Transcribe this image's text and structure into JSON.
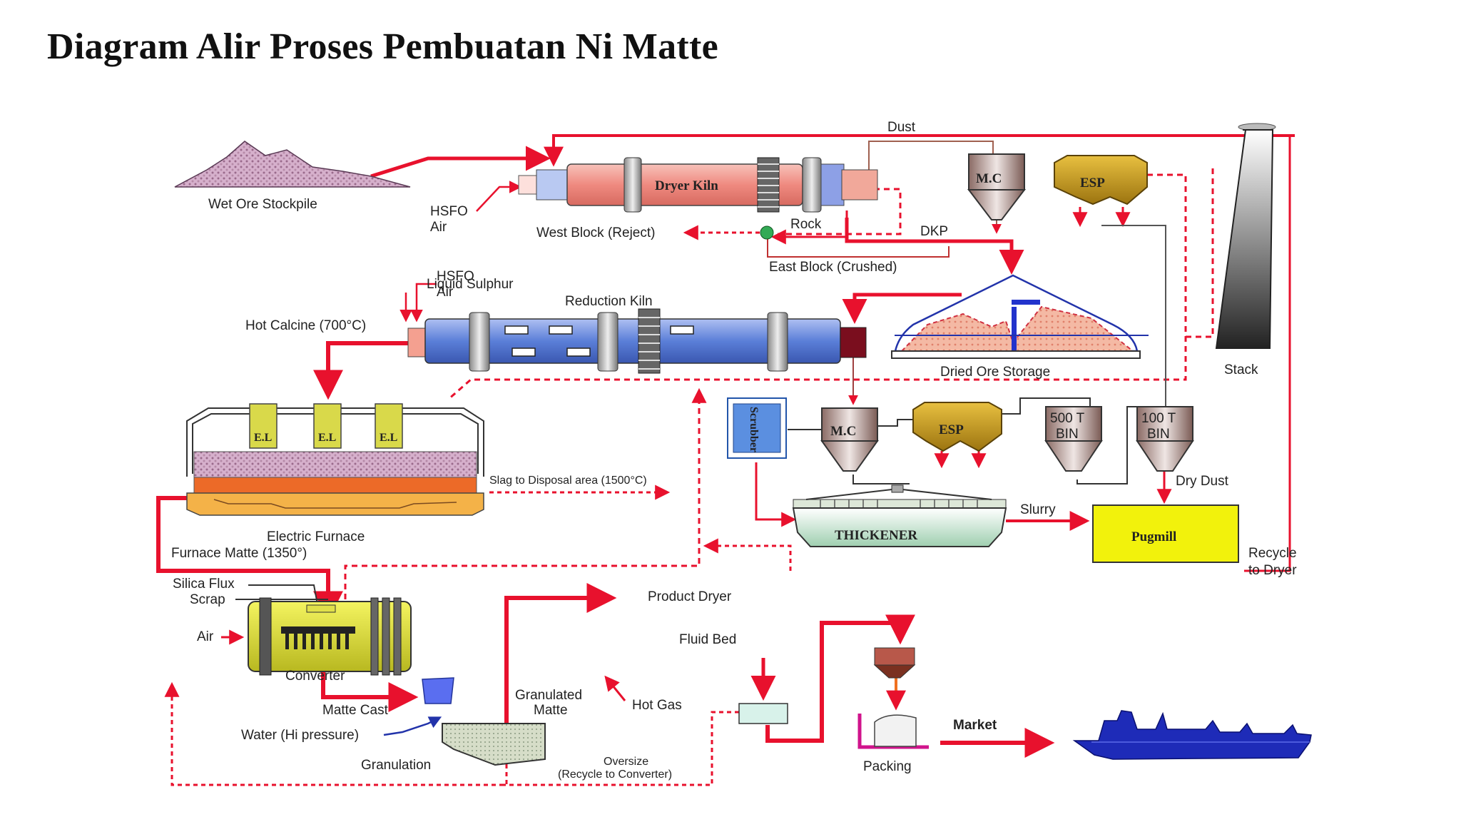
{
  "slide": {
    "title": "Diagram Alir Proses Pembuatan Ni Matte"
  },
  "colors": {
    "flow_red": "#e8112d",
    "dryer_kiln": "#ef8a80",
    "reduction_kiln": "#5b7fd8",
    "esp_gold": "#c99a1c",
    "pugmill": "#f2f20c",
    "electrode": "#d9d94a",
    "ship": "#1e2bb8",
    "thickener": "#2e7d4f"
  },
  "labels": {
    "wet_ore_stockpile": "Wet Ore Stockpile",
    "dust": "Dust",
    "dryer_kiln": "Dryer Kiln",
    "hsfo_1": "HSFO",
    "air_1": "Air",
    "west_block": "West Block (Reject)",
    "rock": "Rock",
    "dkp": "DKP",
    "east_block": "East Block (Crushed)",
    "mc_top": "M.C",
    "esp_top": "ESP",
    "stack": "Stack",
    "liquid_sulphur": "Liquid Sulphur",
    "hsfo_2": "HSFO",
    "air_2": "Air",
    "reduction_kiln": "Reduction Kiln",
    "hot_calcine": "Hot Calcine (700°C)",
    "dried_ore_storage": "Dried Ore Storage",
    "el": "E.L",
    "slag_disposal": "Slag to Disposal area (1500°C)",
    "scrubber": "Scrubber",
    "mc_mid": "M.C",
    "esp_mid": "ESP",
    "bin_500": [
      "500 T",
      "BIN"
    ],
    "bin_100": [
      "100 T",
      "BIN"
    ],
    "dry_dust": "Dry Dust",
    "thickener": "THICKENER",
    "slurry": "Slurry",
    "pugmill": "Pugmill",
    "recycle_to_dryer": [
      "Recycle",
      "to Dryer"
    ],
    "electric_furnace": "Electric Furnace",
    "furnace_matte": "Furnace Matte (1350°)",
    "silica_flux": "Silica Flux",
    "scrap": "Scrap",
    "air_3": "Air",
    "converter": "Converter",
    "product_dryer": "Product Dryer",
    "fluid_bed": "Fluid Bed",
    "matte_cast": "Matte Cast",
    "granulated_matte": [
      "Granulated",
      "Matte"
    ],
    "hot_gas": "Hot Gas",
    "water_hi_pressure": "Water (Hi pressure)",
    "granulation": "Granulation",
    "oversize": [
      "Oversize",
      "(Recycle to Converter)"
    ],
    "packing": "Packing",
    "market": "Market"
  }
}
